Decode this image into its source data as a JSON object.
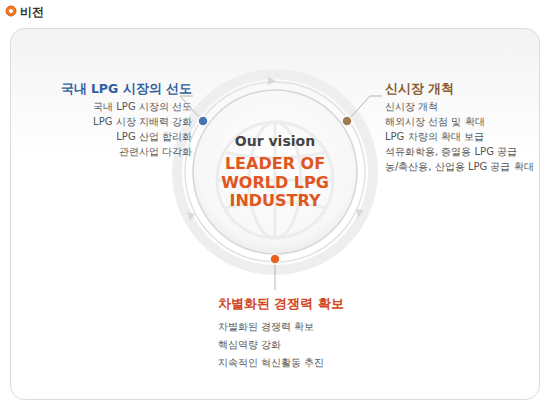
{
  "diagram": {
    "title": "비전",
    "nodes": [
      {
        "text": [
          "Our vision",
          "LEADER OF WORLD LPG INDUSTRY"
        ]
      }
    ],
    "labels": [
      "국내 LPG 시장의 선도",
      "국내 LPG 시장의 선도",
      "LPG 시장 지배력 강화",
      "LPG 산업 합리화",
      "관련사업 다각화",
      "신시장 개척",
      "신시장 개척",
      "해외시장 선점 및 확대",
      "LPG 차량의 확대 보급",
      "석유화학용, 증열용 LPG 공급",
      "농/축산용, 산업용 LPG 공급 확대",
      "차별화된 경쟁력 확보",
      "차별화된 경쟁력 확보",
      "핵심역량 강화",
      "지속적인 혁신활동 추진"
    ]
  }
}
